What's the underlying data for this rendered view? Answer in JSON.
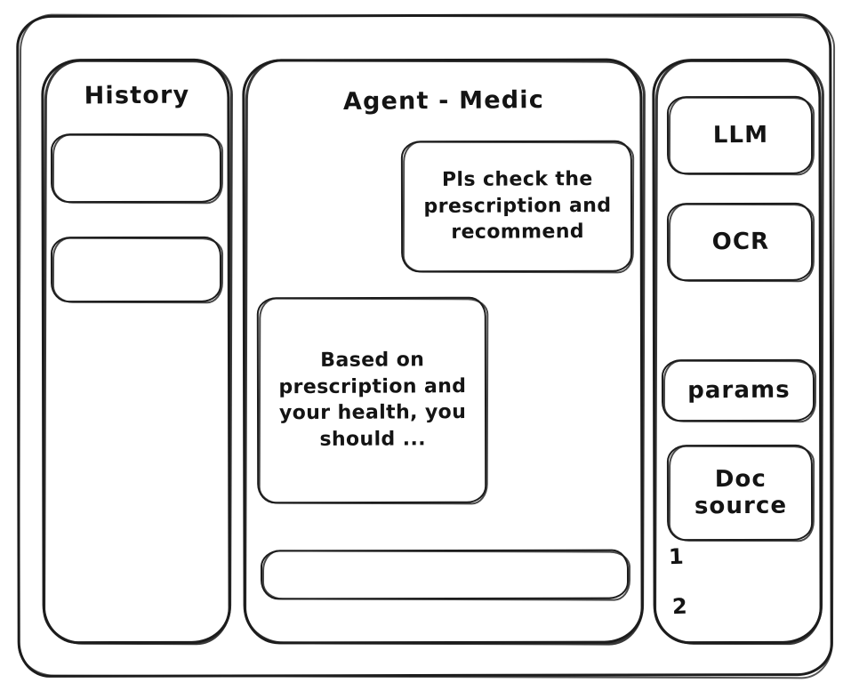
{
  "window": {
    "name": "agent-medic-wireframe"
  },
  "sidebar": {
    "title": "History",
    "items": [
      {
        "label": ""
      },
      {
        "label": ""
      }
    ]
  },
  "main": {
    "title": "Agent - Medic",
    "messages": [
      {
        "role": "user",
        "text": "Pls check the\nprescription\nand recommend"
      },
      {
        "role": "assistant",
        "text": "Based on\nprescription\nand your\nhealth, you\nshould ..."
      }
    ],
    "composer": {
      "value": "",
      "placeholder": ""
    }
  },
  "tools": {
    "items": [
      {
        "label": "LLM"
      },
      {
        "label": "OCR"
      },
      {
        "label": "params"
      },
      {
        "label": "Doc\nsource"
      }
    ],
    "doc_sources": [
      {
        "label": "1"
      },
      {
        "label": "2"
      }
    ]
  },
  "colors": {
    "stroke": "#1c1c1c",
    "background": "#ffffff",
    "text": "#141414"
  }
}
